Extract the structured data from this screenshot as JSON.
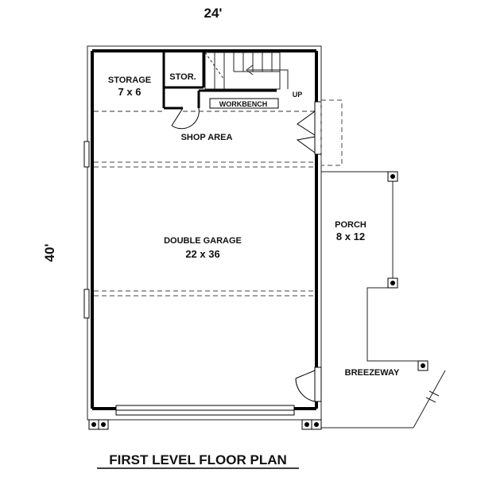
{
  "dimensions": {
    "width": "24'",
    "depth": "40'"
  },
  "rooms": {
    "storage": {
      "name": "STORAGE",
      "size": "7 x 6"
    },
    "stor": {
      "name": "STOR."
    },
    "workbench": {
      "name": "WORKBENCH"
    },
    "up": {
      "name": "UP"
    },
    "shop_area": {
      "name": "SHOP AREA"
    },
    "garage": {
      "name": "DOUBLE GARAGE",
      "size": "22 x 36"
    },
    "porch": {
      "name": "PORCH",
      "size": "8 x 12"
    },
    "breezeway": {
      "name": "BREEZEWAY"
    }
  },
  "title": "FIRST LEVEL FLOOR PLAN"
}
